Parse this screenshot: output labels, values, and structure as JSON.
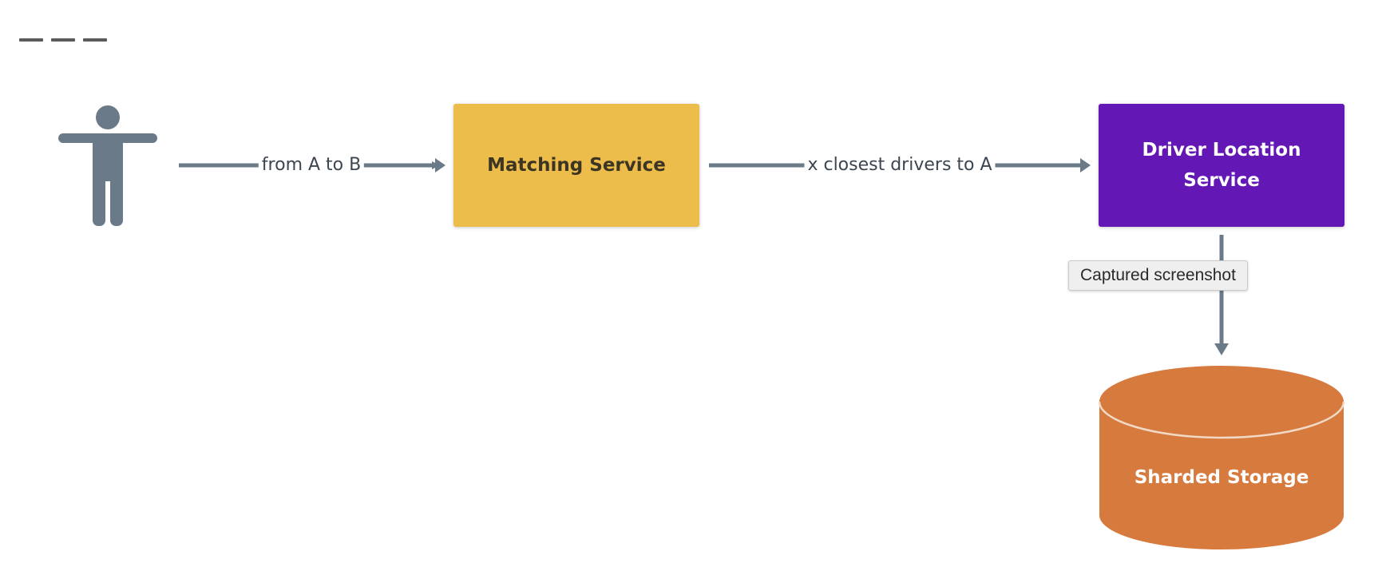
{
  "diagram": {
    "actor": {
      "icon": "person-icon",
      "color": "#6b7a88"
    },
    "edges": [
      {
        "label": "from A to B"
      },
      {
        "label": "x closest drivers to A"
      }
    ],
    "nodes": {
      "matching_service": {
        "label": "Matching Service",
        "color": "#ecbd4a"
      },
      "driver_location_service": {
        "label": "Driver Location Service",
        "color": "#6317b5"
      },
      "sharded_storage": {
        "label": "Sharded Storage",
        "color": "#d77a3e"
      }
    },
    "arrow_color": "#6b7a88"
  },
  "tooltip": {
    "text": "Captured screenshot"
  }
}
